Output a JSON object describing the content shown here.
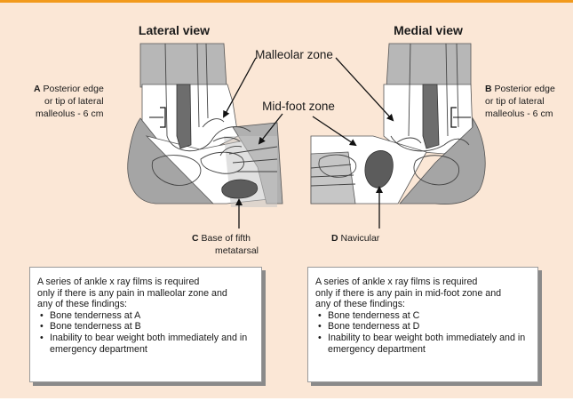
{
  "lateral": {
    "heading": "Lateral view",
    "label_a_letter": "A",
    "label_a_line1": " Posterior edge",
    "label_a_line2": "or tip of lateral",
    "label_a_line3": "malleolus - 6 cm",
    "label_c_letter": "C",
    "label_c_line1": " Base of fifth",
    "label_c_line2": "metatarsal"
  },
  "medial": {
    "heading": "Medial view",
    "label_b_letter": "B",
    "label_b_line1": " Posterior edge",
    "label_b_line2": "or tip of lateral",
    "label_b_line3": "malleolus - 6 cm",
    "label_d_letter": "D",
    "label_d_text": " Navicular"
  },
  "zones": {
    "malleolar": "Malleolar zone",
    "midfoot": "Mid-foot zone"
  },
  "left_box": {
    "intro": [
      "A series of ankle x ray films is required",
      "only if there is any pain in malleolar zone and",
      "any of these findings:"
    ],
    "bullets": [
      "Bone tenderness at A",
      "Bone tenderness at B",
      "Inability to bear weight both immediately and in emergency department"
    ]
  },
  "right_box": {
    "intro": [
      "A  series of ankle x ray films is required",
      "only if there is any pain in mid-foot zone and",
      "any of these findings:"
    ],
    "bullets": [
      "Bone tenderness at C",
      "Bone tenderness at D",
      "Inability to bear weight both immediately and in emergency department"
    ]
  }
}
